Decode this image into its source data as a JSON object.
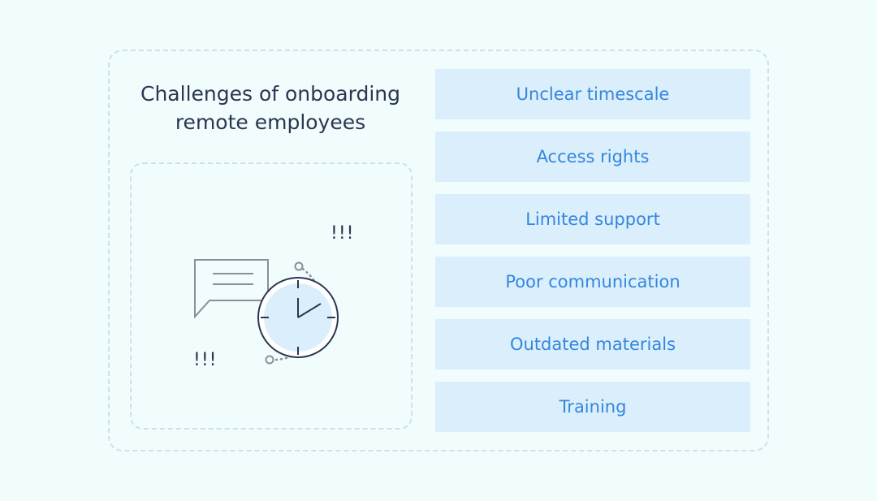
{
  "title": "Challenges of onboarding\nremote employees",
  "alert_marks": {
    "top": "!!!",
    "bottom": "!!!"
  },
  "challenges": [
    "Unclear timescale",
    "Access rights",
    "Limited support",
    "Poor communication",
    "Outdated materials",
    "Training"
  ],
  "colors": {
    "background": "#f1fcfd",
    "dashed_border": "#cfe0ea",
    "item_fill": "#dbeefc",
    "item_text": "#3387dd",
    "title_text": "#2c3650"
  }
}
